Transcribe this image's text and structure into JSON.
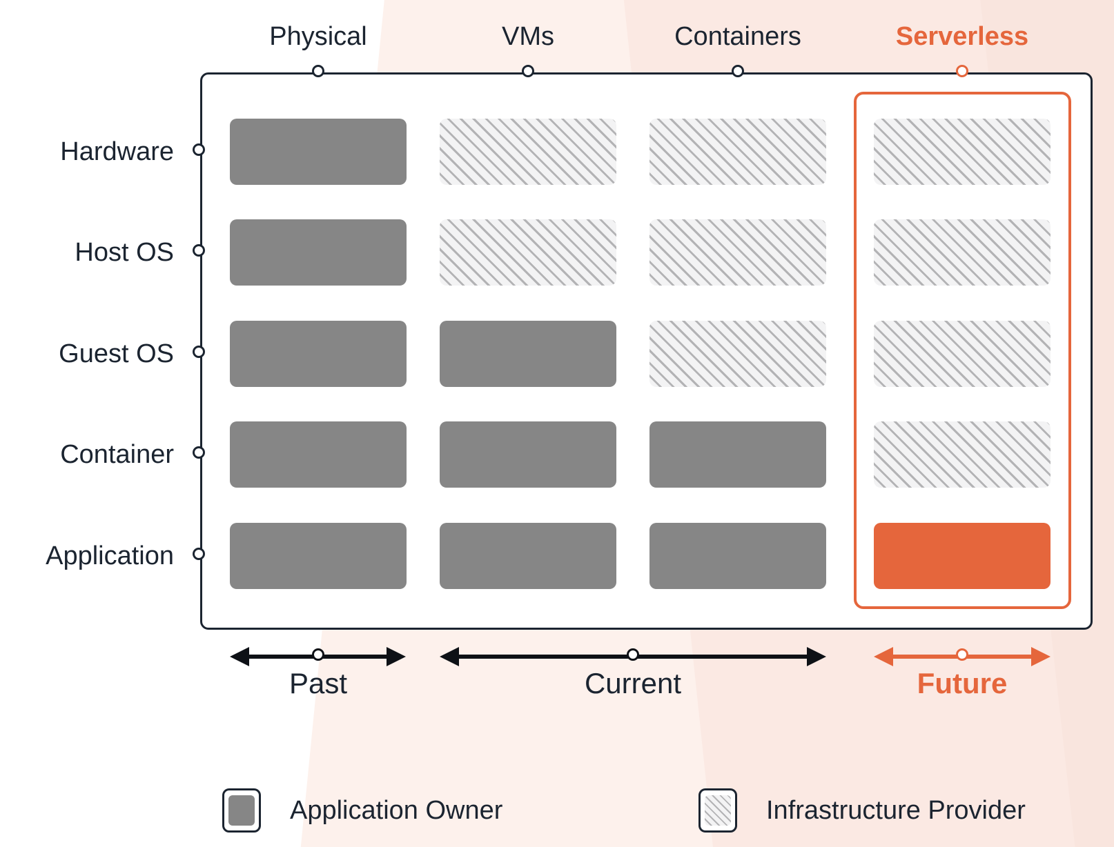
{
  "columns": [
    {
      "id": "physical",
      "label": "Physical",
      "accent": false
    },
    {
      "id": "vms",
      "label": "VMs",
      "accent": false
    },
    {
      "id": "containers",
      "label": "Containers",
      "accent": false
    },
    {
      "id": "serverless",
      "label": "Serverless",
      "accent": true
    }
  ],
  "rows": [
    {
      "id": "hardware",
      "label": "Hardware"
    },
    {
      "id": "host-os",
      "label": "Host OS"
    },
    {
      "id": "guest-os",
      "label": "Guest OS"
    },
    {
      "id": "container",
      "label": "Container"
    },
    {
      "id": "application",
      "label": "Application"
    }
  ],
  "matrix": {
    "cells": [
      [
        "owner",
        "provider",
        "provider",
        "provider"
      ],
      [
        "owner",
        "provider",
        "provider",
        "provider"
      ],
      [
        "owner",
        "owner",
        "provider",
        "provider"
      ],
      [
        "owner",
        "owner",
        "owner",
        "provider"
      ],
      [
        "owner",
        "owner",
        "owner",
        "accent"
      ]
    ]
  },
  "timeline": [
    {
      "id": "past",
      "label": "Past",
      "accent": false
    },
    {
      "id": "current",
      "label": "Current",
      "accent": false
    },
    {
      "id": "future",
      "label": "Future",
      "accent": true
    }
  ],
  "legend": [
    {
      "id": "application-owner",
      "label": "Application Owner",
      "swatch": "owner"
    },
    {
      "id": "infrastructure-provider",
      "label": "Infrastructure Provider",
      "swatch": "provider"
    }
  ],
  "colors": {
    "accent": "#E5663C",
    "owner_gray": "#868686",
    "ink": "#1B2430",
    "hatch_bg": "#F3F3F4",
    "hatch_line": "#B3B3B5",
    "background_pink_light": "#FDF1EC",
    "background_pink": "#FBE9E3"
  }
}
